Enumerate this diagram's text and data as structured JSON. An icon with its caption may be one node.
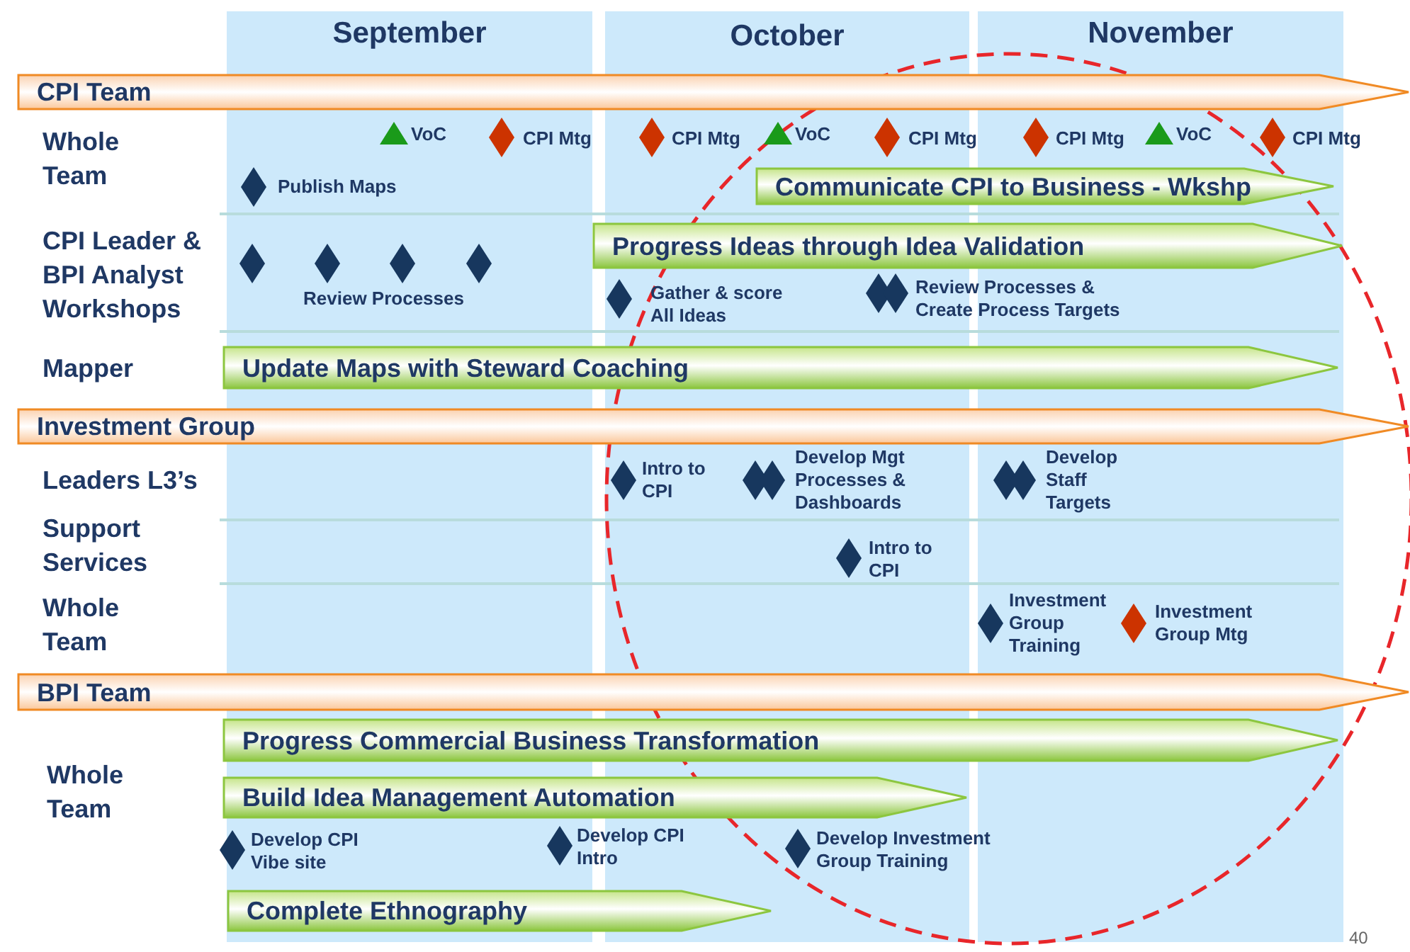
{
  "diagram": {
    "nodes": [
      {
        "text": [
          "CPI Team"
        ]
      },
      {
        "text": [],
        "shape": "triangle",
        "beside": [
          "VoC"
        ]
      },
      {
        "text": [],
        "shape": "diamond",
        "beside": [
          "CPI Mtg"
        ]
      },
      {
        "text": [],
        "shape": "diamond",
        "beside": [
          "CPI Mtg"
        ]
      },
      {
        "text": [],
        "shape": "triangle",
        "beside": [
          "VoC"
        ]
      },
      {
        "text": [],
        "shape": "diamond",
        "beside": [
          "CPI Mtg"
        ]
      },
      {
        "text": [],
        "shape": "diamond",
        "beside": [
          "CPI Mtg"
        ]
      },
      {
        "text": [],
        "shape": "triangle",
        "beside": [
          "VoC"
        ]
      },
      {
        "text": [],
        "shape": "diamond",
        "beside": [
          "CPI Mtg"
        ]
      },
      {
        "text": [],
        "shape": "diamond",
        "beside": [
          "Publish Maps"
        ]
      },
      {
        "text": [
          "Communicate CPI to Business - Wkshp"
        ]
      },
      {
        "text": [
          "Progress Ideas through Idea Validation"
        ]
      },
      {
        "text": [],
        "shape": "diamond"
      },
      {
        "text": [],
        "shape": "diamond"
      },
      {
        "text": [],
        "shape": "diamond"
      },
      {
        "text": [],
        "shape": "diamond"
      },
      {
        "text": [],
        "shape": "diamond",
        "beside": [
          "Gather & score All Ideas"
        ]
      },
      {
        "text": [],
        "shape": "diamond"
      },
      {
        "text": [],
        "shape": "diamond",
        "beside": [
          "Review Processes & Create Process Targets"
        ]
      },
      {
        "text": [
          "Update Maps with Steward Coaching"
        ]
      },
      {
        "text": [
          "Investment Group"
        ]
      },
      {
        "text": [],
        "shape": "diamond",
        "beside": [
          "Intro to CPI"
        ]
      },
      {
        "text": [],
        "shape": "diamond"
      },
      {
        "text": [],
        "shape": "diamond",
        "beside": [
          "Develop Mgt Processes & Dashboards"
        ]
      },
      {
        "text": [],
        "shape": "diamond"
      },
      {
        "text": [],
        "shape": "diamond",
        "beside": [
          "Develop Staff Targets"
        ]
      },
      {
        "text": [],
        "shape": "diamond",
        "beside": [
          "Intro to CPI"
        ]
      },
      {
        "text": [],
        "shape": "diamond",
        "beside": [
          "Investment Group Training"
        ]
      },
      {
        "text": [],
        "shape": "diamond",
        "beside": [
          "Investment Group Mtg"
        ]
      },
      {
        "text": [
          "BPI Team"
        ]
      },
      {
        "text": [
          "Progress Commercial Business Transformation"
        ]
      },
      {
        "text": [
          "Build Idea Management Automation"
        ]
      },
      {
        "text": [],
        "shape": "diamond",
        "beside": [
          "Develop CPI Vibe site"
        ]
      },
      {
        "text": [],
        "shape": "diamond",
        "beside": [
          "Develop CPI Intro"
        ]
      },
      {
        "text": [],
        "shape": "diamond",
        "beside": [
          "Develop Investment Group Training"
        ]
      },
      {
        "text": [
          "Complete Ethnography"
        ]
      }
    ],
    "edges": [],
    "labels": [
      "September",
      "October",
      "November",
      "Whole Team",
      "CPI Leader & BPI Analyst Workshops",
      "Review Processes",
      "Mapper",
      "Leaders L3’s",
      "Support Services",
      "Whole Team",
      "Whole Team",
      "40"
    ]
  }
}
